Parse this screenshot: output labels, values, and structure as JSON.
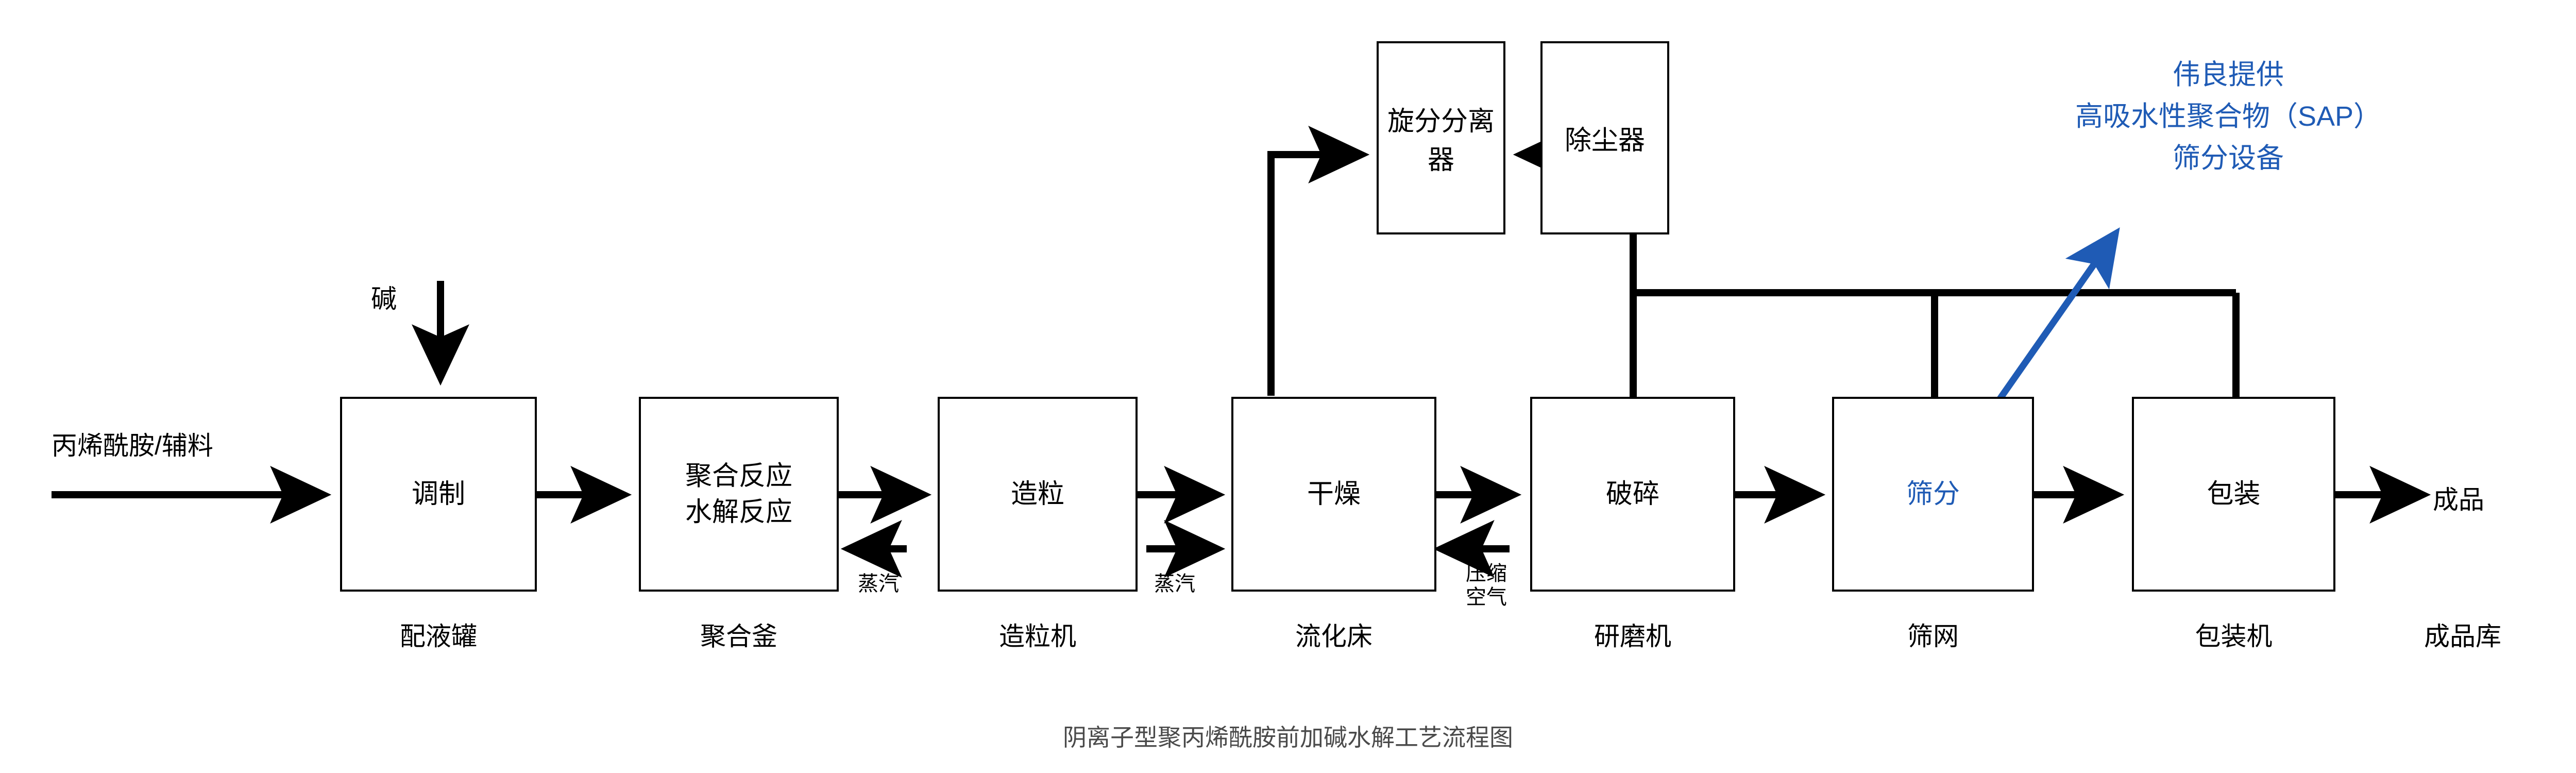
{
  "diagram": {
    "caption": "阴离子型聚丙烯酰胺前加碱水解工艺流程图",
    "colors": {
      "line": "#000000",
      "box_border": "#000000",
      "accent_blue": "#1F5BB5",
      "caption_gray": "#4A4A4A",
      "background": "#FFFFFF"
    },
    "process_boxes": [
      {
        "id": "box-tiaozhi",
        "label": "调制",
        "equipment": "配液罐"
      },
      {
        "id": "box-juhe",
        "label_line1": "聚合反应",
        "label_line2": "水解反应",
        "equipment": "聚合釜"
      },
      {
        "id": "box-zaoli",
        "label": "造粒",
        "equipment": "造粒机"
      },
      {
        "id": "box-ganzao",
        "label": "干燥",
        "equipment": "流化床"
      },
      {
        "id": "box-posui",
        "label": "破碎",
        "equipment": "研磨机"
      },
      {
        "id": "box-shaifen",
        "label": "筛分",
        "equipment": "筛网"
      },
      {
        "id": "box-baozhuang",
        "label": "包装",
        "equipment": "包装机"
      }
    ],
    "top_boxes": [
      {
        "id": "box-xuanfen",
        "label": "旋分分离器"
      },
      {
        "id": "box-chuchen",
        "label": "除尘器"
      }
    ],
    "stream_labels": {
      "feed_in": "丙烯酰胺/辅料",
      "alkali": "碱",
      "steam_1": "蒸汽",
      "steam_2": "蒸汽",
      "compressed_air_line1": "压缩",
      "compressed_air_line2": "空气",
      "product_out": "成品",
      "product_store": "成品库"
    },
    "annotation": {
      "line1": "伟良提供",
      "line2": "高吸水性聚合物（SAP）",
      "line3": "筛分设备"
    }
  }
}
